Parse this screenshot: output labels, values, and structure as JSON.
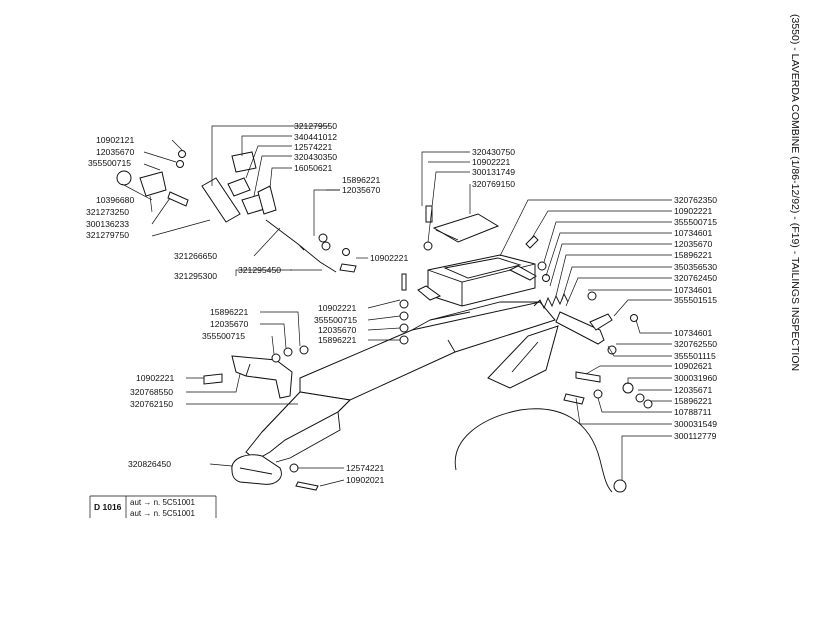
{
  "title": "(3550) - LAVERDA COMBINE (1/86-12/92) - (F19) - TAILINGS INSPECTION",
  "reference": {
    "code": "D 1016",
    "lines": [
      "aut → n. 5C51001",
      "aut → n. 5C51001"
    ]
  },
  "labels": [
    "321279550",
    "340441012",
    "12574221",
    "320430350",
    "16050621",
    "15896221",
    "12035670",
    "10902121",
    "12035670",
    "355500715",
    "10396680",
    "321273250",
    "300136233",
    "321279750",
    "321266650",
    "321295450",
    "321295300",
    "10902221",
    "320430750",
    "10902221",
    "300131749",
    "320769150",
    "320762350",
    "10902221",
    "355500715",
    "10734601",
    "12035670",
    "15896221",
    "350356530",
    "320762450",
    "10734601",
    "355501515",
    "10734601",
    "320762550",
    "355501115",
    "10902621",
    "300031960",
    "12035671",
    "15896221",
    "10788711",
    "300031549",
    "300112779",
    "10902221",
    "355500715",
    "12035670",
    "15896221",
    "15896221",
    "12035670",
    "355500715",
    "10902221",
    "320768550",
    "320762150",
    "320826450",
    "12574221",
    "10902021"
  ]
}
